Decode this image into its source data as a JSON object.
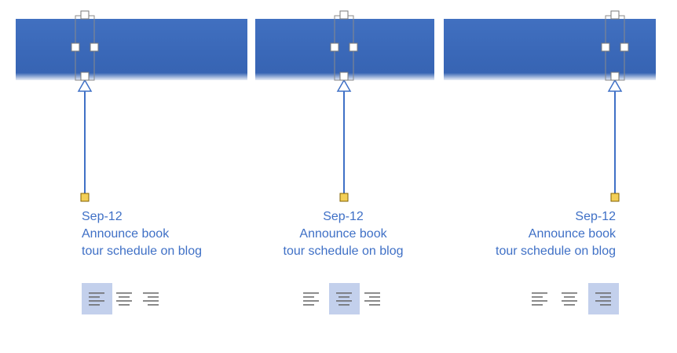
{
  "colors": {
    "banner": "#3a68b8",
    "connector": "#3f70c6",
    "text": "#3f70c6",
    "handle_fill": "#ffffff",
    "handle_border": "#7a7a7a",
    "anchor_fill": "#f3cf57",
    "anchor_border": "#806000",
    "active_align_bg": "#c3d0ec",
    "align_icon": "#666666"
  },
  "panels": [
    {
      "alignment": "left",
      "milestone": {
        "date": "Sep-12",
        "line1": "Announce book",
        "line2": "tour schedule on blog"
      },
      "toolbar": {
        "active": "align-left",
        "buttons": [
          {
            "name": "align-left",
            "icon": "align-left-icon"
          },
          {
            "name": "align-center",
            "icon": "align-center-icon"
          },
          {
            "name": "align-right",
            "icon": "align-right-icon"
          }
        ]
      }
    },
    {
      "alignment": "center",
      "milestone": {
        "date": "Sep-12",
        "line1": "Announce book",
        "line2": "tour schedule on blog"
      },
      "toolbar": {
        "active": "align-center",
        "buttons": [
          {
            "name": "align-left",
            "icon": "align-left-icon"
          },
          {
            "name": "align-center",
            "icon": "align-center-icon"
          },
          {
            "name": "align-right",
            "icon": "align-right-icon"
          }
        ]
      }
    },
    {
      "alignment": "right",
      "milestone": {
        "date": "Sep-12",
        "line1": "Announce book",
        "line2": "tour schedule on blog"
      },
      "toolbar": {
        "active": "align-right",
        "buttons": [
          {
            "name": "align-left",
            "icon": "align-left-icon"
          },
          {
            "name": "align-center",
            "icon": "align-center-icon"
          },
          {
            "name": "align-right",
            "icon": "align-right-icon"
          }
        ]
      }
    }
  ]
}
